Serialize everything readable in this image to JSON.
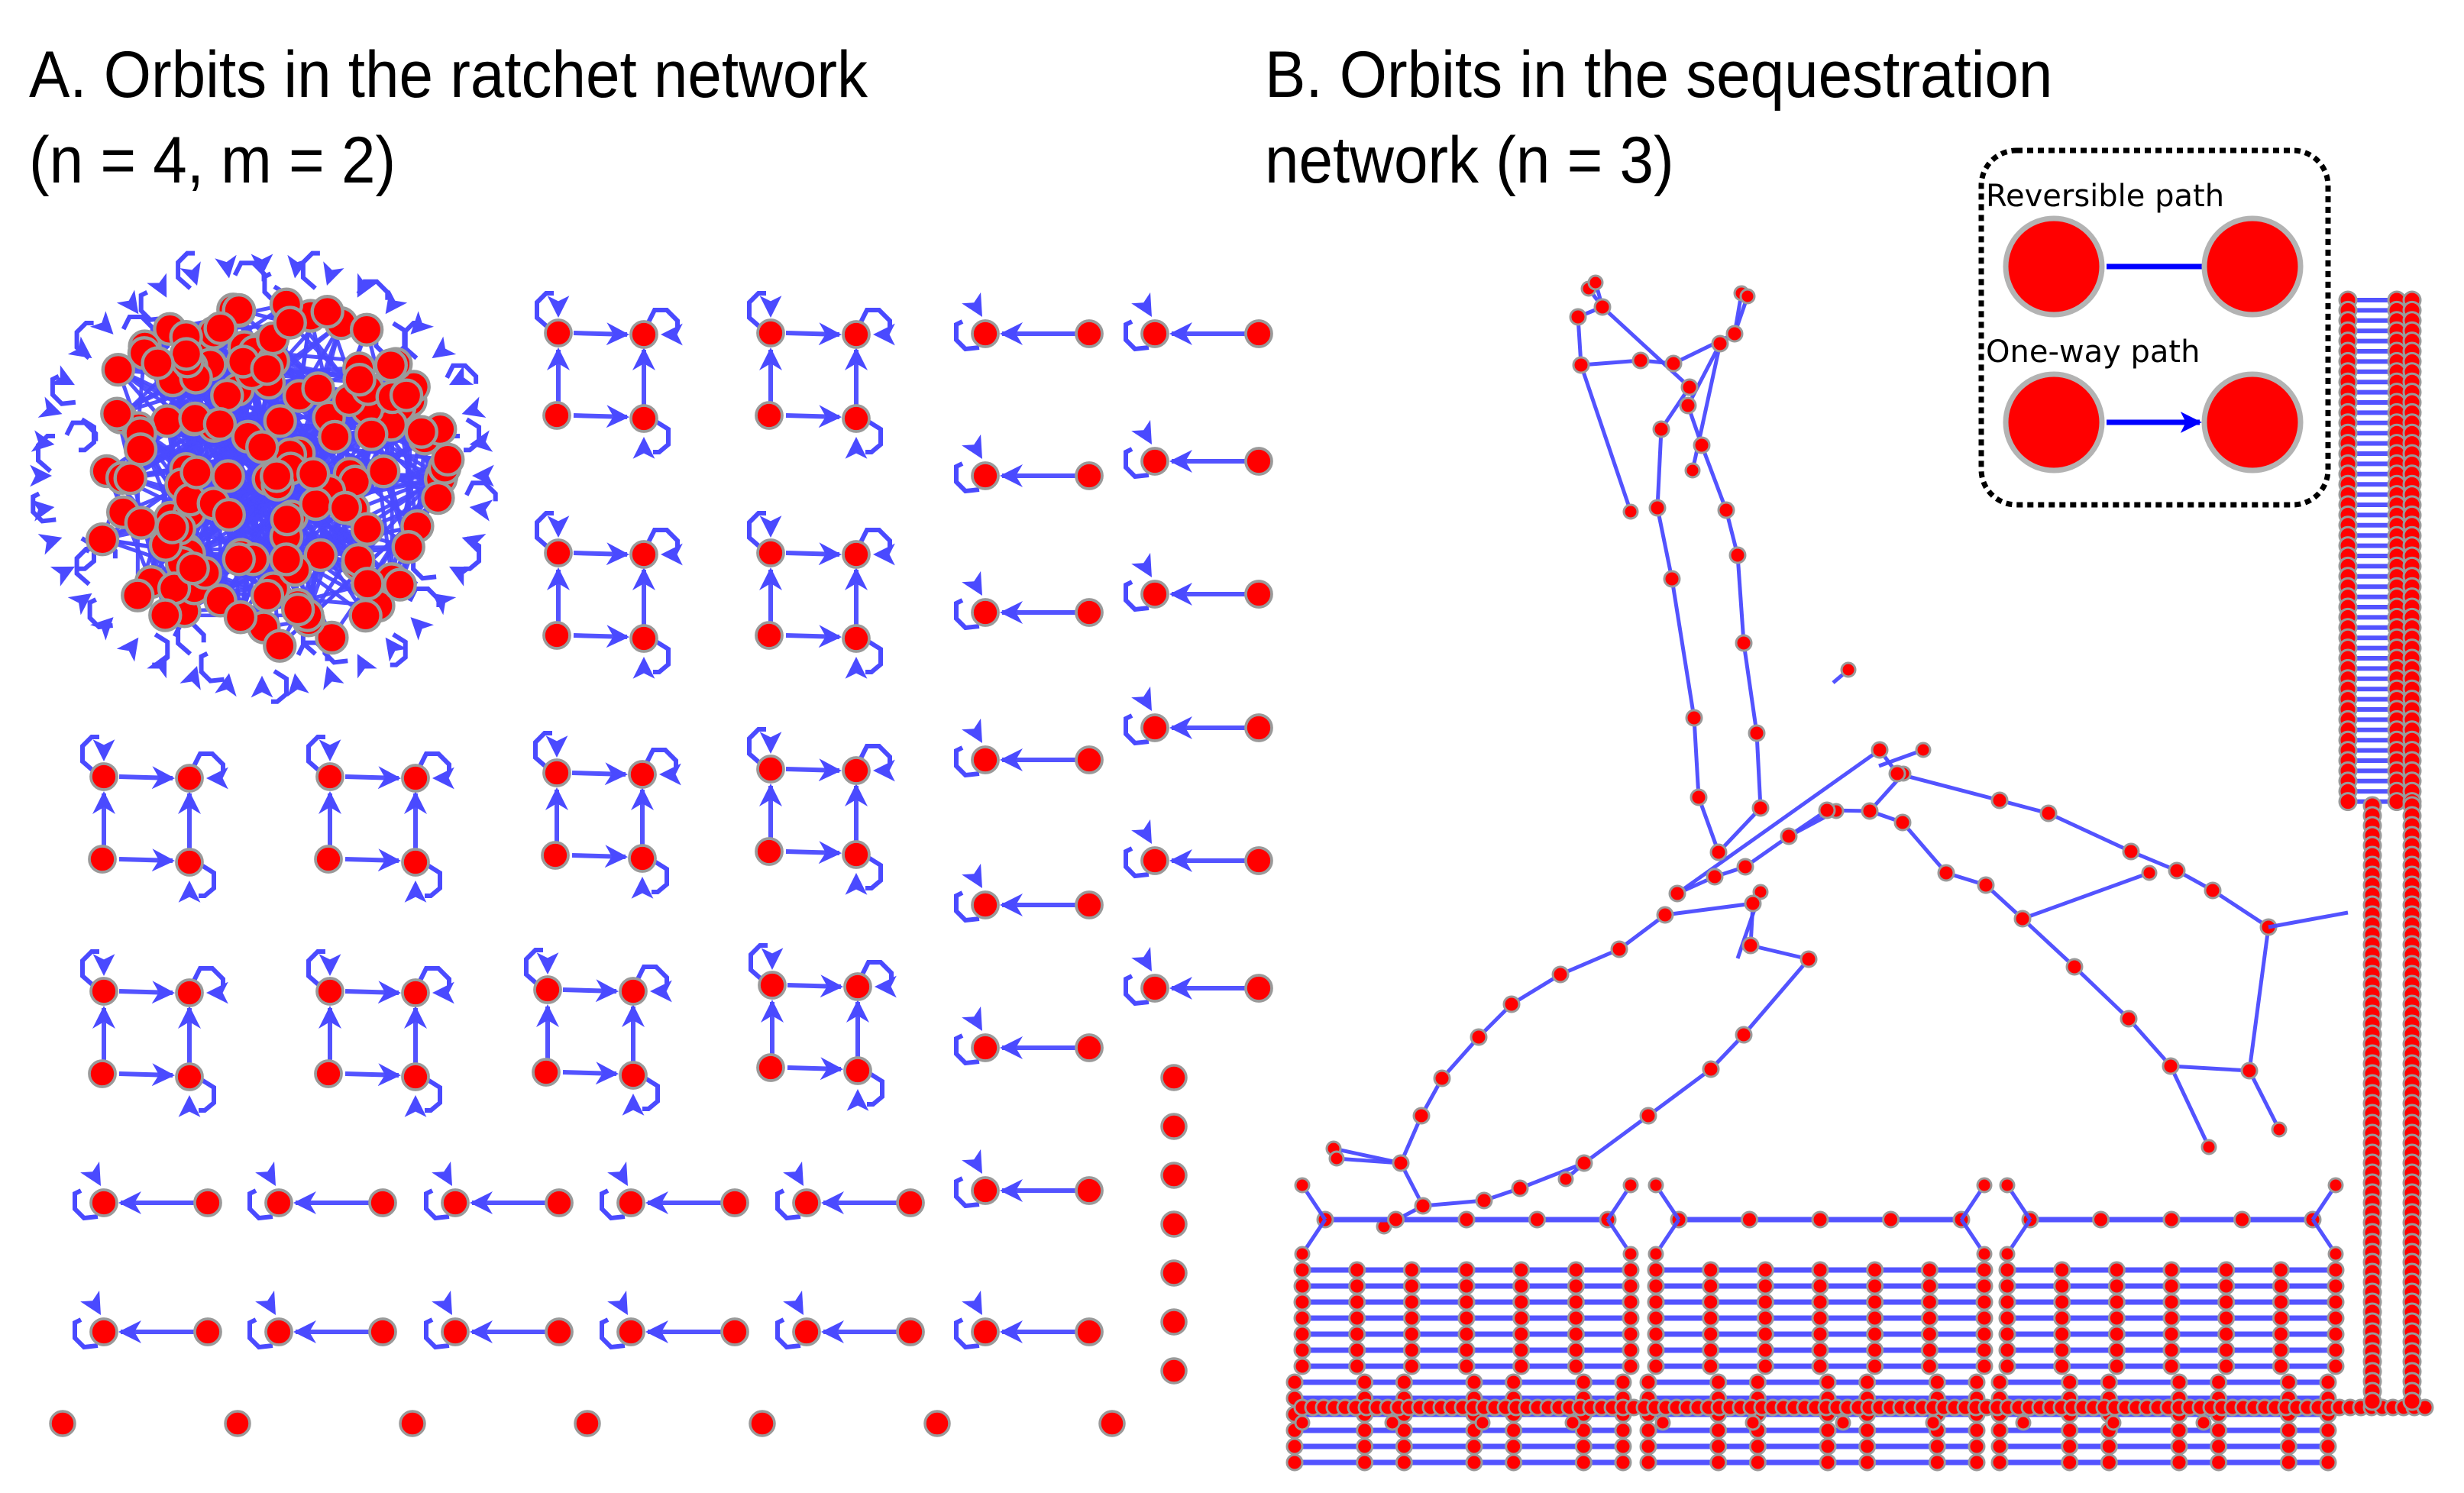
{
  "panels": {
    "a": {
      "title_line1": "A. Orbits in the ratchet network",
      "title_line2": "(n = 4, m = 2)",
      "orbit_summary": {
        "large_component": 1,
        "square_orbits": 12,
        "pair_orbits_with_arrow": 24,
        "isolated_nodes": 14
      }
    },
    "b": {
      "title_line1": "B. Orbits in the sequestration",
      "title_line2": "network (n = 3)",
      "orbit_summary": {
        "trefoil_component": 1,
        "ladder_components": 3,
        "tall_ladder_component": 1
      }
    }
  },
  "legend": {
    "reversible_label": "Reversible path",
    "oneway_label": "One-way path"
  },
  "colors": {
    "node_fill": "#ff0000",
    "node_stroke": "#9a9a9a",
    "edge": "#4a4aff",
    "legend_edge": "#0000ff",
    "legend_border": "#000000"
  }
}
